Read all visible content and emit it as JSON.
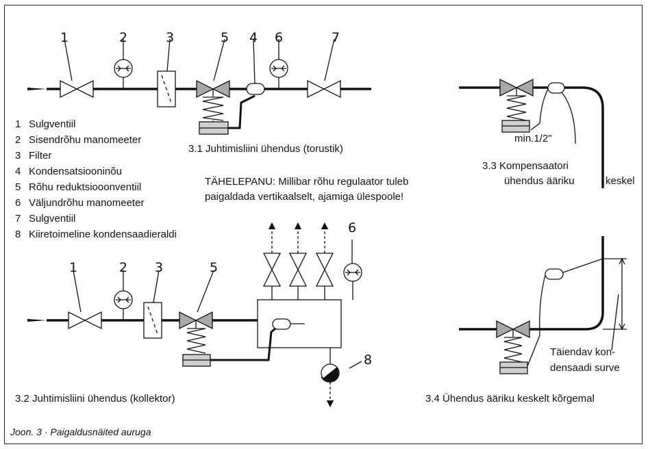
{
  "figure": {
    "caption": "Joon. 3 · Paigaldusnäited auruga"
  },
  "top_left_numbers": [
    "1",
    "2",
    "3",
    "5",
    "4",
    "6",
    "7"
  ],
  "bottom_left_numbers": [
    "1",
    "2",
    "3",
    "5",
    "6",
    "8"
  ],
  "legend": [
    {
      "n": "1",
      "label": "Sulgventiil"
    },
    {
      "n": "2",
      "label": "Sisendrõhu manomeeter"
    },
    {
      "n": "3",
      "label": "Filter"
    },
    {
      "n": "4",
      "label": "Kondensatsiooninõu"
    },
    {
      "n": "5",
      "label": "Rõhu reduktsiooonventiil"
    },
    {
      "n": "6",
      "label": "Väljundrõhu manomeeter"
    },
    {
      "n": "7",
      "label": "Sulgventiil"
    },
    {
      "n": "8",
      "label": "Kiiretoimeline kondensaadieraldi"
    }
  ],
  "captions": {
    "c31": "3.1 Juhtimisliini ühendus (torustik)",
    "c32": "3.2 Juhtimisliini ühendus (kollektor)",
    "c33_line1": "3.3  Kompensaatori",
    "c33_line2": "ühendus ääriku",
    "c33_keskel": "keskel",
    "c34": "3.4 Ühendus ääriku keskelt kõrgemal"
  },
  "notes": {
    "warning_line1": "TÄHELEPANU: Millibar rõhu regulaator tuleb",
    "warning_line2": "paigaldada vertikaalselt, ajamiga ülespoole!",
    "min_size": "min.1/2\"",
    "extra_line1": "Täiendav kon-",
    "extra_line2": "densaadi surve"
  },
  "colors": {
    "line": "#111111",
    "valve_fill": "#a8a8a8",
    "drum_fill": "#cfcfcf"
  }
}
